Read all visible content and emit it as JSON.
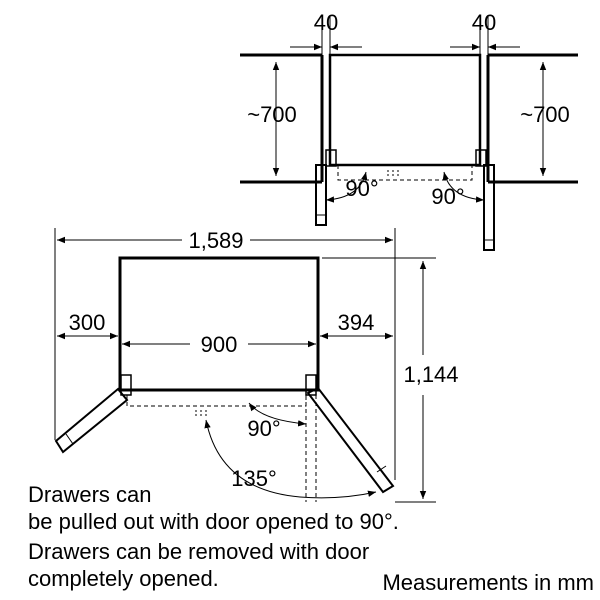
{
  "top_view": {
    "gap_left": "40",
    "gap_right": "40",
    "depth_left": "~700",
    "depth_right": "~700",
    "angle_left": "90°",
    "angle_right": "90°"
  },
  "bottom_view": {
    "total_width": "1,589",
    "left_clearance": "300",
    "appliance_width": "900",
    "right_clearance": "394",
    "total_depth": "1,144",
    "angle_90": "90°",
    "angle_135": "135°"
  },
  "notes": {
    "line1": "Drawers can",
    "line2": "be pulled out with door opened to 90°.",
    "line3": "Drawers can be removed with door",
    "line4": "completely opened.",
    "units": "Measurements in mm"
  }
}
